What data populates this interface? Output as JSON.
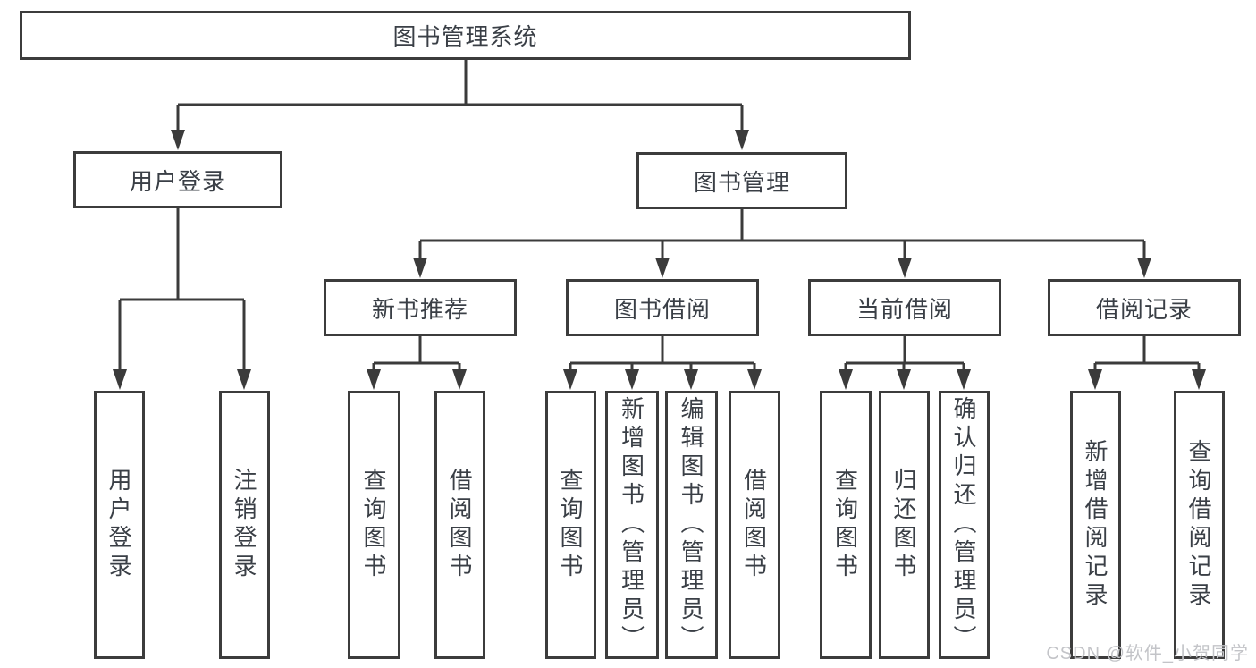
{
  "diagram_title": "图书管理系统",
  "tree": {
    "label": "图书管理系统",
    "children": [
      {
        "label": "用户登录",
        "children": [
          {
            "label": "用户登录"
          },
          {
            "label": "注销登录"
          }
        ]
      },
      {
        "label": "图书管理",
        "children": [
          {
            "label": "新书推荐",
            "children": [
              {
                "label": "查询图书"
              },
              {
                "label": "借阅图书"
              }
            ]
          },
          {
            "label": "图书借阅",
            "children": [
              {
                "label": "查询图书"
              },
              {
                "label": "新增图书（管理员）"
              },
              {
                "label": "编辑图书（管理员）"
              },
              {
                "label": "借阅图书"
              }
            ]
          },
          {
            "label": "当前借阅",
            "children": [
              {
                "label": "查询图书"
              },
              {
                "label": "归还图书"
              },
              {
                "label": "确认归还（管理员）"
              }
            ]
          },
          {
            "label": "借阅记录",
            "children": [
              {
                "label": "新增借阅记录"
              },
              {
                "label": "查询借阅记录"
              }
            ]
          }
        ]
      }
    ]
  },
  "watermark": {
    "text": "CSDN @软件_小贺同学"
  },
  "colors": {
    "line": "#3b3b3b",
    "box_border": "#3c3c3c",
    "text": "#3a3f46",
    "watermark": "#c3c4c8",
    "background": "#ffffff"
  }
}
